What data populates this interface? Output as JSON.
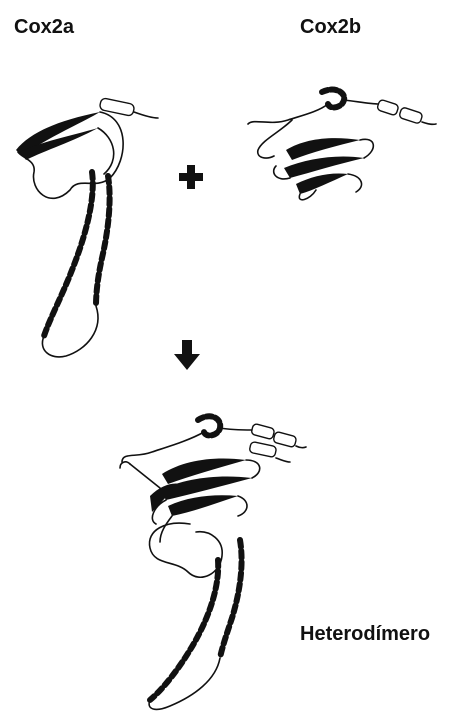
{
  "labels": {
    "subunit_a": "Cox2a",
    "subunit_b": "Cox2b",
    "complex": "Heterodímero"
  },
  "colors": {
    "ink": "#111111",
    "background": "#ffffff"
  },
  "icons": {
    "plus": "plus-sign-icon",
    "arrow": "down-arrow-icon"
  }
}
